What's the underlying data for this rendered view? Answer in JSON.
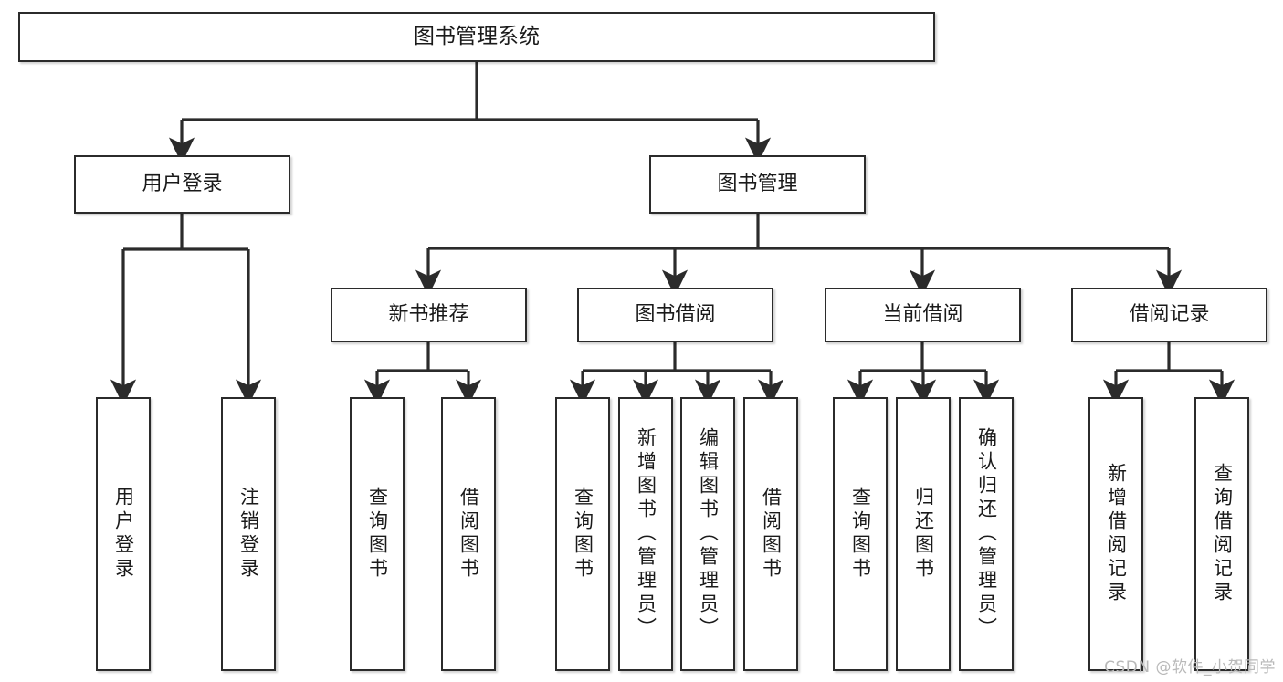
{
  "diagram": {
    "title": "图书管理系统",
    "watermark": "CSDN @软件_小贺同学",
    "colors": {
      "box_border": "#2b2b2b",
      "box_fill": "#ffffff",
      "connector": "#2b2b2b",
      "text": "#1a1a1a",
      "watermark": "#b9b9b9"
    },
    "root": {
      "label": "图书管理系统"
    },
    "level1": [
      {
        "label": "用户登录"
      },
      {
        "label": "图书管理"
      }
    ],
    "level2": [
      {
        "label": "新书推荐"
      },
      {
        "label": "图书借阅"
      },
      {
        "label": "当前借阅"
      },
      {
        "label": "借阅记录"
      }
    ],
    "leaves": {
      "user_login": [
        {
          "label": "用户登录"
        },
        {
          "label": "注销登录"
        }
      ],
      "new_book_recommend": [
        {
          "label": "查询图书"
        },
        {
          "label": "借阅图书"
        }
      ],
      "book_borrow": [
        {
          "label": "查询图书"
        },
        {
          "label": "新增图书（管理员）"
        },
        {
          "label": "编辑图书（管理员）"
        },
        {
          "label": "借阅图书"
        }
      ],
      "current_borrow": [
        {
          "label": "查询图书"
        },
        {
          "label": "归还图书"
        },
        {
          "label": "确认归还（管理员）"
        }
      ],
      "borrow_record": [
        {
          "label": "新增借阅记录"
        },
        {
          "label": "查询借阅记录"
        }
      ]
    }
  }
}
